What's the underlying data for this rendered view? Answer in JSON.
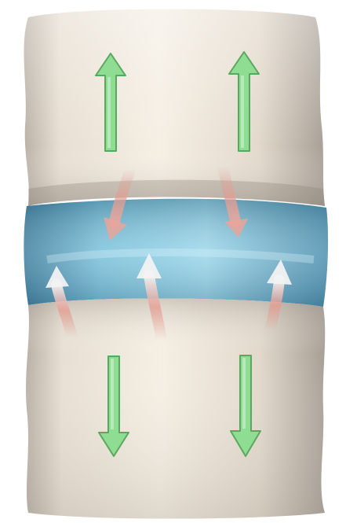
{
  "colors": {
    "background": "#ffffff",
    "vertebra_light": "#f3ecdf",
    "vertebra_mid": "#d9d0c1",
    "vertebra_shadow": "#9e968c",
    "disc_light": "#bfe6f2",
    "disc_mid": "#6fb8d6",
    "disc_dark": "#3f7f9e",
    "traction_arrow": "#8fdc93",
    "traction_arrow_outline": "#4f9a55",
    "fluid_arrow_white": "#f4f6f8",
    "fluid_arrow_pink": "#e79a8f"
  },
  "elements": {
    "upper_vertebra": "upper-vertebra",
    "intervertebral_disc": "intervertebral-disc",
    "lower_vertebra": "lower-vertebra",
    "traction_arrows_up": [
      "up-arrow-left",
      "up-arrow-right"
    ],
    "traction_arrows_down": [
      "down-arrow-left",
      "down-arrow-right"
    ],
    "fluid_arrows_in": [
      "fluid-arrow-in-left",
      "fluid-arrow-in-right"
    ],
    "fluid_arrows_out": [
      "fluid-arrow-out-left",
      "fluid-arrow-out-center",
      "fluid-arrow-out-right"
    ]
  }
}
